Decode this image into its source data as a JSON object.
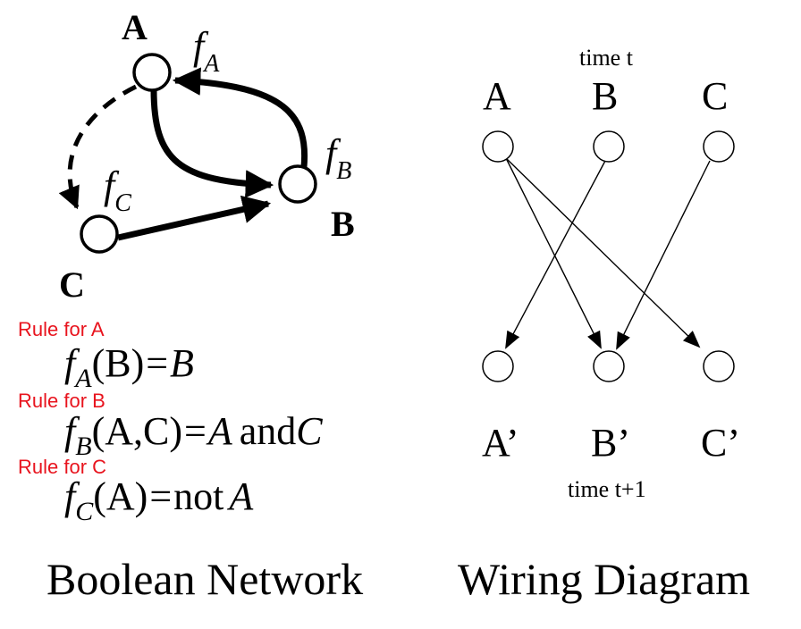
{
  "boolean_network": {
    "nodes": [
      {
        "id": "A",
        "label": "A",
        "function_symbol": "f",
        "function_subscript": "A"
      },
      {
        "id": "B",
        "label": "B",
        "function_symbol": "f",
        "function_subscript": "B"
      },
      {
        "id": "C",
        "label": "C",
        "function_symbol": "f",
        "function_subscript": "C"
      }
    ],
    "edges": [
      {
        "from": "A",
        "to": "B",
        "style": "solid"
      },
      {
        "from": "B",
        "to": "A",
        "style": "solid"
      },
      {
        "from": "C",
        "to": "B",
        "style": "solid"
      },
      {
        "from": "A",
        "to": "C",
        "style": "dashed"
      }
    ],
    "rules": [
      {
        "label": "Rule for A",
        "fn": "f",
        "sub": "A",
        "args": "(B)",
        "eq": "=",
        "rhs": "B"
      },
      {
        "label": "Rule for B",
        "fn": "f",
        "sub": "B",
        "args": "(A,C)",
        "eq": "=",
        "rhs_a": "A",
        "rhs_op": "and",
        "rhs_b": "C"
      },
      {
        "label": "Rule for C",
        "fn": "f",
        "sub": "C",
        "args": "(A)",
        "eq": "=",
        "rhs_op": "not",
        "rhs_a": "A"
      }
    ],
    "title": "Boolean Network"
  },
  "wiring_diagram": {
    "time_top": "time t",
    "time_bottom": "time t+1",
    "top_nodes": [
      "A",
      "B",
      "C"
    ],
    "bottom_nodes": [
      "A’",
      "B’",
      "C’"
    ],
    "wires": [
      {
        "from": "A",
        "to": "B’"
      },
      {
        "from": "A",
        "to": "C’"
      },
      {
        "from": "B",
        "to": "A’"
      },
      {
        "from": "C",
        "to": "B’"
      }
    ],
    "title": "Wiring Diagram"
  },
  "colors": {
    "rule_label": "#e8141e",
    "ink": "#000000"
  }
}
